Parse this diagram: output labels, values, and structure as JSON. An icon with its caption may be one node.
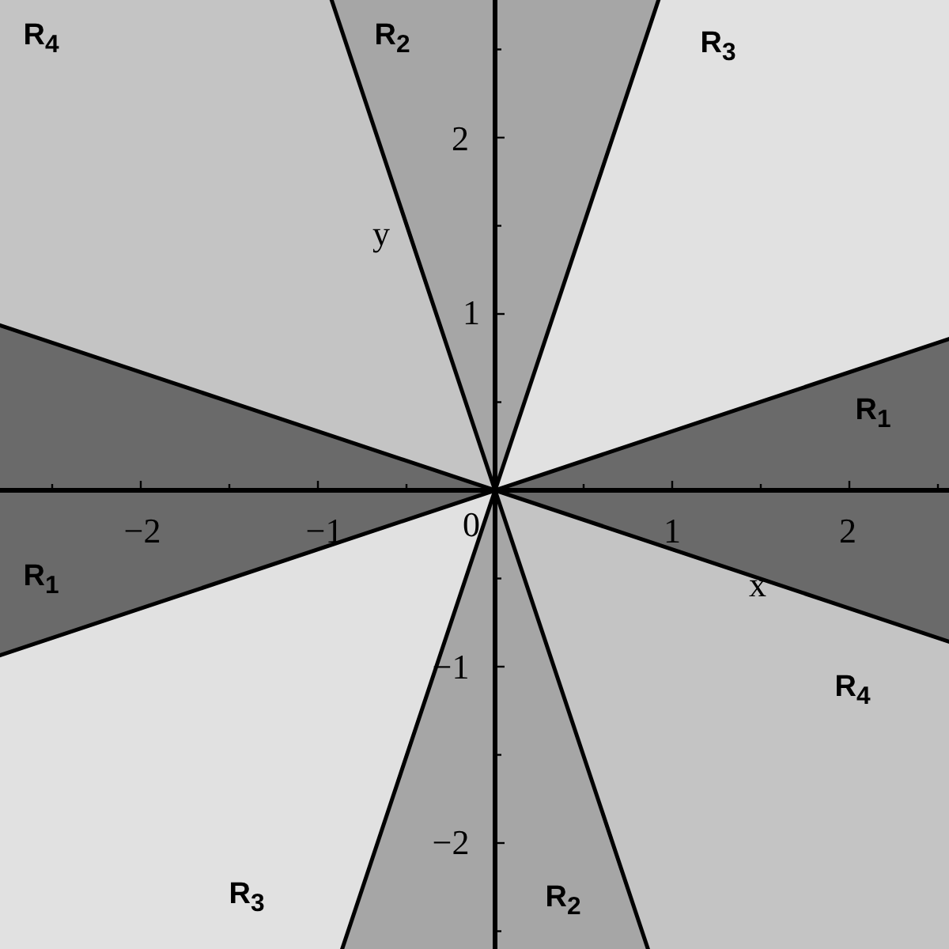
{
  "diagram": {
    "labels": [
      "R$_{4}$",
      "R$_{2}$",
      "R$_{3}$",
      "2",
      "y",
      "1",
      "R$_{1}$",
      "−2",
      "−1",
      "0",
      "1",
      "2",
      "R$_{1}$",
      "x",
      "−1",
      "R$_{4}$",
      "−2",
      "R$_{3}$",
      "R$_{2}$"
    ]
  }
}
